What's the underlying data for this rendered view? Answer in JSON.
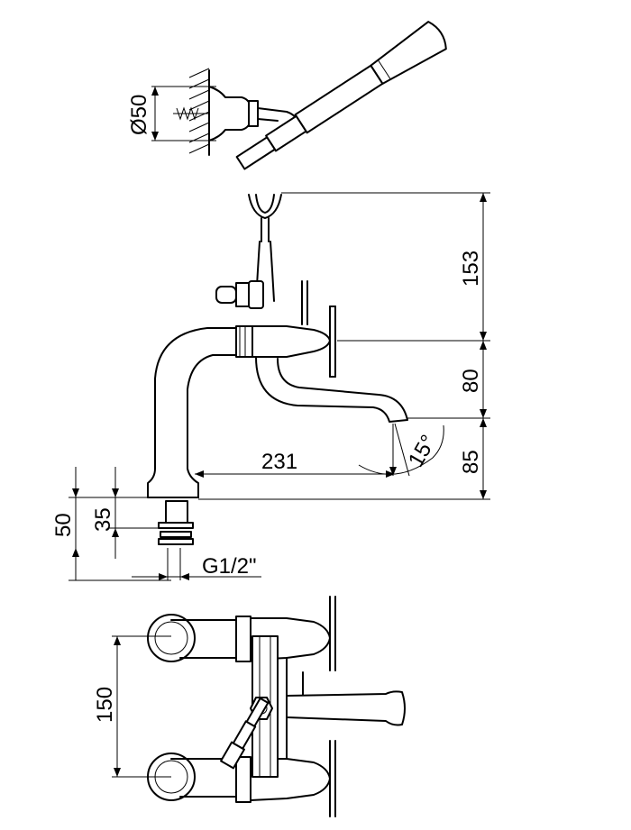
{
  "dimensions": {
    "wall_diameter": "Ø50",
    "height_153": "153",
    "height_80": "80",
    "height_85": "85",
    "reach_231": "231",
    "angle_15": "15°",
    "base_50": "50",
    "base_35": "35",
    "thread": "G1/2\"",
    "centres_150": "150"
  }
}
